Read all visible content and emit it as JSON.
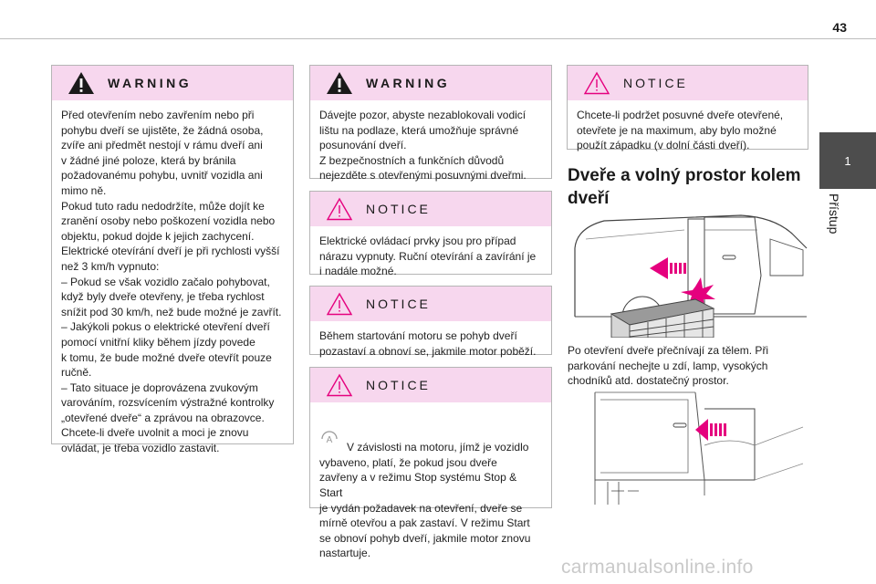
{
  "page": {
    "number": "43",
    "chapter_number": "1",
    "chapter_label": "Přístup"
  },
  "column1": {
    "warning": {
      "title": "WARNING",
      "body": "Před otevřením nebo zavřením nebo při\npohybu dveří se ujistěte, že žádná osoba,\nzvíře ani předmět nestojí v rámu dveří ani\nv žádné jiné poloze, která by bránila\npožadovanému pohybu, uvnitř vozidla ani\nmimo ně.\nPokud tuto radu nedodržíte, může dojít ke\nzranění osoby nebo poškození vozidla nebo\nobjektu, pokud dojde k jejich zachycení.\nElektrické otevírání dveří je při rychlosti vyšší\nnež 3 km/h vypnuto:\n–  Pokud se však vozidlo začalo pohybovat,\nkdyž byly dveře otevřeny, je třeba rychlost\nsnížit pod 30 km/h, než bude možné je zavřít.\n–  Jakýkoli pokus o elektrické otevření dveří\npomocí vnitřní kliky během jízdy povede\nk tomu, že bude možné dveře otevřít pouze\nručně.\n–  Tato situace je doprovázena zvukovým\nvarováním, rozsvícením výstražné kontrolky\n„otevřené dveře“ a zprávou na obrazovce.\nChcete-li dveře uvolnit a moci je znovu\novládat, je třeba vozidlo zastavit."
    }
  },
  "column2": {
    "warning": {
      "title": "WARNING",
      "body": "Dávejte pozor, abyste nezablokovali vodicí\nlištu na podlaze, která umožňuje správné\nposunování dveří.\nZ bezpečnostních a funkčních důvodů\nnejezděte s otevřenými posuvnými dveřmi."
    },
    "notice1": {
      "title": "NOTICE",
      "body": "Elektrické ovládací prvky jsou pro případ\nnárazu vypnuty. Ruční otevírání a zavírání je\ni nadále možné."
    },
    "notice2": {
      "title": "NOTICE",
      "body": "Během startování motoru se pohyb dveří\npozastaví a obnoví se, jakmile motor poběží."
    },
    "notice3": {
      "title": "NOTICE",
      "icon": "auto-start-stop-icon",
      "body": "V závislosti na motoru, jímž je vozidlo\n         vybaveno, platí, že pokud jsou dveře\nzavřeny a v režimu Stop systému Stop & Start\nje vydán požadavek na otevření, dveře se\nmírně otevřou a pak zastaví. V režimu Start\nse obnoví pohyb dveří, jakmile motor znovu\nnastartuje."
    }
  },
  "column3": {
    "notice": {
      "title": "NOTICE",
      "body": "Chcete-li podržet posuvné dveře otevřené,\notevřete je na maximum, aby bylo možné\npoužít západku (v dolní části dveří)."
    },
    "section": {
      "heading": "Dveře a volný prostor kolem dveří",
      "body": "Po otevření dveře přečnívají za tělem. Při\nparkování nechejte u zdí, lamp, vysokých\nchodníků atd. dostatečný prostor."
    }
  },
  "colors": {
    "header_pink": "#f7d7ee",
    "accent_magenta": "#e5007e",
    "tab_gray": "#4d4d4d"
  },
  "watermark": "carmanualsonline.info"
}
